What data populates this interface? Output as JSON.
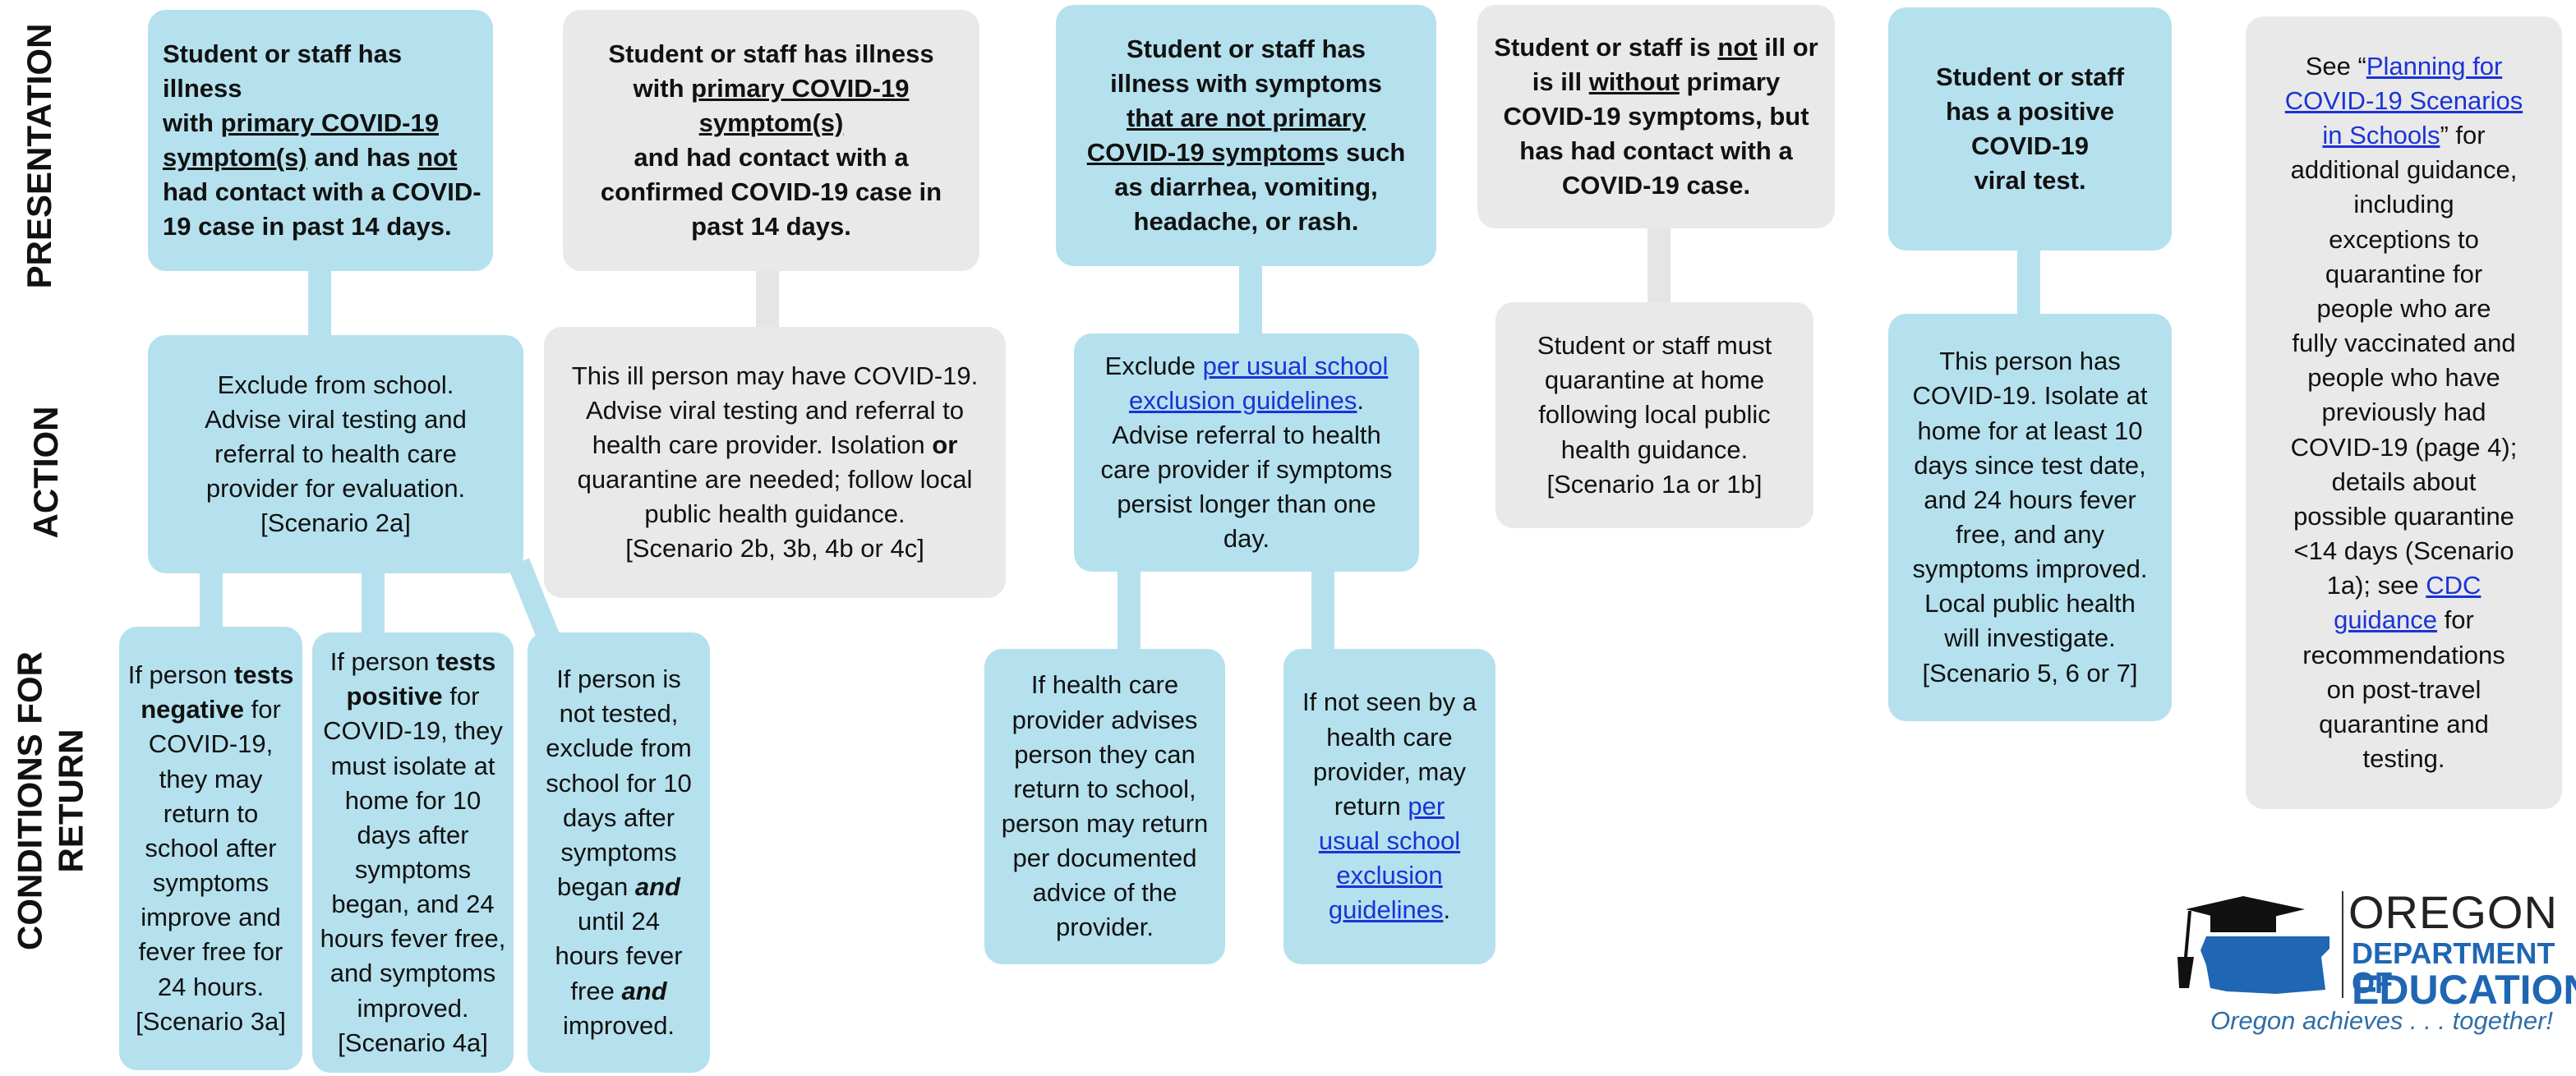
{
  "row_labels": {
    "presentation": "PRESENTATION",
    "action": "ACTION",
    "conditions_line1": "CONDITIONS FOR",
    "conditions_line2": "RETURN"
  },
  "col1": {
    "presentation": [
      "Student or staff has illness",
      "with",
      "primary COVID-19",
      "symptom(s)",
      "and has",
      "not",
      "had contact with a COVID-",
      "19 case in past 14 days."
    ],
    "action": [
      "Exclude from school.",
      "Advise viral testing and",
      "referral to health care",
      "provider for evaluation.",
      "[Scenario 2a]"
    ],
    "cond_a": [
      "If person",
      "tests",
      "negative",
      "for",
      "COVID-19,",
      "they may",
      "return to",
      "school after",
      "symptoms",
      "improve and",
      "fever free for",
      "24 hours.",
      "[Scenario 3a]"
    ],
    "cond_b": [
      "If person",
      "tests",
      "positive",
      "for",
      "COVID-19, they",
      "must isolate at",
      "home for 10",
      "days after",
      "symptoms",
      "began, and 24",
      "hours fever free,",
      "and symptoms",
      "improved.",
      "[Scenario 4a]"
    ],
    "cond_c": [
      "If person is",
      "not tested,",
      "exclude from",
      "school for 10",
      "days after",
      "symptoms",
      "began",
      "and",
      "until 24",
      "hours fever",
      "free",
      "and",
      "improved."
    ]
  },
  "col2": {
    "presentation": [
      "Student or staff has illness",
      "with",
      "primary COVID-19",
      "symptom(s)",
      "and had contact with a",
      "confirmed COVID-19 case in",
      "past 14 days."
    ],
    "action": [
      "This ill person may have COVID-19.",
      "Advise viral testing and referral to",
      "health care provider. Isolation",
      "or",
      "quarantine are needed; follow local",
      "public health guidance.",
      "[Scenario 2b, 3b, 4b or 4c]"
    ]
  },
  "col3": {
    "presentation": [
      "Student or staff has",
      "illness with symptoms",
      "that are not primary",
      "COVID-19 symptom",
      "s such",
      "as diarrhea, vomiting,",
      "headache, or rash."
    ],
    "action": [
      "Exclude",
      "per usual school",
      "exclusion guidelines",
      ".",
      "Advise referral to health",
      "care provider if symptoms",
      "persist longer than one",
      "day."
    ],
    "cond_a": [
      "If health care",
      "provider advises",
      "person they can",
      "return to school,",
      "person may return",
      "per documented",
      "advice of the",
      "provider."
    ],
    "cond_b": [
      "If not seen by a",
      "health care",
      "provider, may",
      "return",
      "per",
      "usual school",
      "exclusion",
      "guidelines",
      "."
    ]
  },
  "col4": {
    "presentation": [
      "Student or staff is",
      "not",
      "ill or",
      "is ill",
      "without",
      "primary",
      "COVID-19 symptoms, but",
      "has had contact with a",
      "COVID-19 case."
    ],
    "action": [
      "Student or staff must",
      "quarantine at home",
      "following local public",
      "health guidance.",
      "[Scenario 1a or 1b]"
    ]
  },
  "col5": {
    "presentation": [
      "Student or staff",
      "has a positive",
      "COVID-19",
      "viral test."
    ],
    "action": [
      "This person has",
      "COVID-19. Isolate at",
      "home for at least 10",
      "days since test date,",
      "and 24 hours fever",
      "free, and any",
      "symptoms improved.",
      "Local public health",
      "will investigate.",
      "[Scenario 5, 6 or 7]"
    ]
  },
  "note": {
    "see": "See “",
    "link1_l1": "Planning for",
    "link1_l2": "COVID-19 Scenarios",
    "link1_l3": "in Schools",
    "after_link1": "” for",
    "lines": [
      "additional guidance,",
      "including",
      "exceptions to",
      "quarantine for",
      "people who are",
      "fully vaccinated and",
      "people who have",
      "previously had",
      "COVID-19 (page 4);",
      "details about",
      "possible quarantine",
      "<14 days (Scenario"
    ],
    "l13_a": "1a); see",
    "link2_l1": "CDC",
    "link2_l2": "guidance",
    "after_link2": "for",
    "tail": [
      "recommendations",
      "on post-travel",
      "quarantine and",
      "testing."
    ]
  },
  "logo": {
    "name": "OREGON",
    "dept1": "DEPARTMENT OF",
    "dept2": "EDUCATION",
    "tagline": "Oregon achieves . . . together!",
    "brand_color": "#1f66b3"
  },
  "colors": {
    "blue_box": "#b5e1ee",
    "gray_box": "#e9e9e9",
    "link": "#1a33d6"
  }
}
